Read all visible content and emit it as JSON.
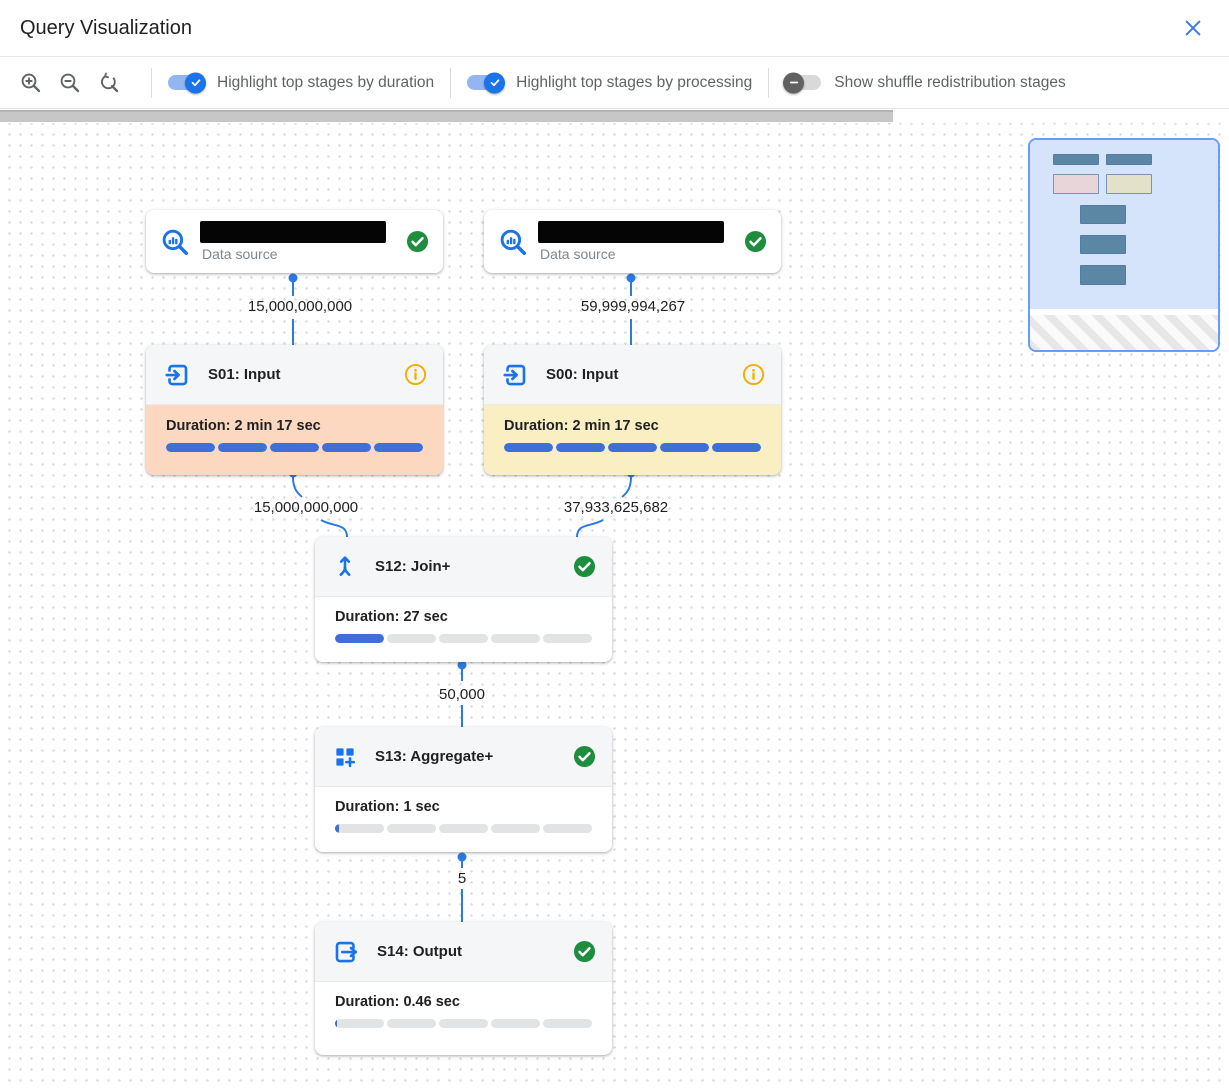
{
  "dialog": {
    "title": "Query Visualization"
  },
  "toolbar": {
    "zoom_buttons": [
      {
        "icon": "zoom-in-icon"
      },
      {
        "icon": "zoom-out-icon"
      },
      {
        "icon": "reset-zoom-icon"
      }
    ],
    "toggles": [
      {
        "label": "Highlight top stages by duration",
        "state": "on"
      },
      {
        "label": "Highlight top stages by processing",
        "state": "on"
      },
      {
        "label": "Show shuffle redistribution stages",
        "state": "off"
      }
    ]
  },
  "canvas": {
    "nodes": {
      "ds1": {
        "type": "data-source",
        "name_redacted": true,
        "subtitle": "Data source",
        "status": "completed"
      },
      "ds2": {
        "type": "data-source",
        "name_redacted": true,
        "subtitle": "Data source",
        "status": "completed"
      },
      "s01": {
        "title": "S01: Input",
        "duration": "Duration: 2 min 17 sec",
        "bar_fill_pct": 100,
        "status": "info",
        "highlight": "duration"
      },
      "s00": {
        "title": "S00: Input",
        "duration": "Duration: 2 min 17 sec",
        "bar_fill_pct": 100,
        "status": "info",
        "highlight": "processing"
      },
      "s12": {
        "title": "S12: Join+",
        "duration": "Duration: 27 sec",
        "bar_fill_pct": 20,
        "status": "completed"
      },
      "s13": {
        "title": "S13: Aggregate+",
        "duration": "Duration: 1 sec",
        "bar_fill_pct": 1.5,
        "status": "completed"
      },
      "s14": {
        "title": "S14: Output",
        "duration": "Duration: 0.46 sec",
        "bar_fill_pct": 1,
        "status": "completed"
      }
    },
    "edges": {
      "ds1_to_s01": {
        "rows": "15,000,000,000"
      },
      "ds2_to_s00": {
        "rows": "59,999,994,267"
      },
      "s01_to_s12": {
        "rows": "15,000,000,000"
      },
      "s00_to_s12": {
        "rows": "37,933,625,682"
      },
      "s12_to_s13": {
        "rows": "50,000"
      },
      "s13_to_s14": {
        "rows": "5"
      }
    }
  },
  "colors": {
    "accent_blue": "#1a73e8",
    "bar_blue": "#3e70d6",
    "success_green": "#1e8e3e",
    "info_amber": "#f9ab00",
    "duration_highlight_bg": "#fbd8bf",
    "processing_highlight_bg": "#f9efc2",
    "minimap_viewport_bg": "#d6e4fb"
  }
}
